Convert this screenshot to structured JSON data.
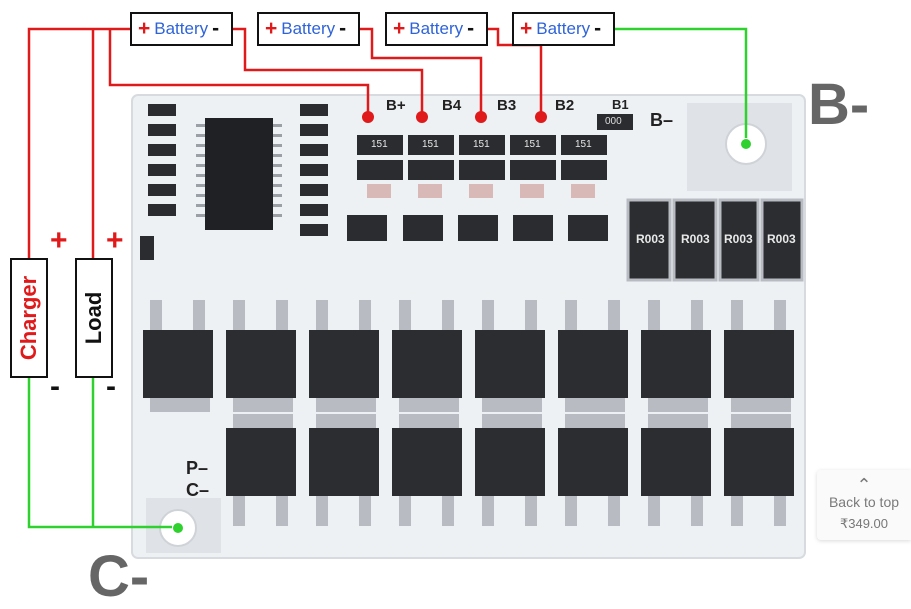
{
  "batteries": [
    {
      "plus": "+",
      "label": "Battery",
      "minus": "-"
    },
    {
      "plus": "+",
      "label": "Battery",
      "minus": "-"
    },
    {
      "plus": "+",
      "label": "Battery",
      "minus": "-"
    },
    {
      "plus": "+",
      "label": "Battery",
      "minus": "-"
    }
  ],
  "labels": {
    "b_minus": "B-",
    "c_minus": "C-",
    "b_plus_pad": "B+",
    "b4": "B4",
    "b3": "B3",
    "b2": "B2",
    "b1": "B1",
    "b_minus_pad": "B–",
    "p_minus": "P–",
    "c_minus_pad": "C–"
  },
  "charger": {
    "label": "Charger",
    "plus": "+",
    "minus": "-"
  },
  "load": {
    "label": "Load",
    "plus": "+",
    "minus": "-"
  },
  "chips": {
    "resistor_code": "151",
    "shunt_code": "R003",
    "b1_code": "000"
  },
  "back_to_top": {
    "label": "Back to top",
    "price": "₹349.00"
  },
  "colors": {
    "positive_wire": "#e01a1a",
    "negative_wire": "#2ed12e",
    "board": "#eef1f4",
    "mosfet": "#2b2d30",
    "label_blue": "#2f63d8"
  }
}
